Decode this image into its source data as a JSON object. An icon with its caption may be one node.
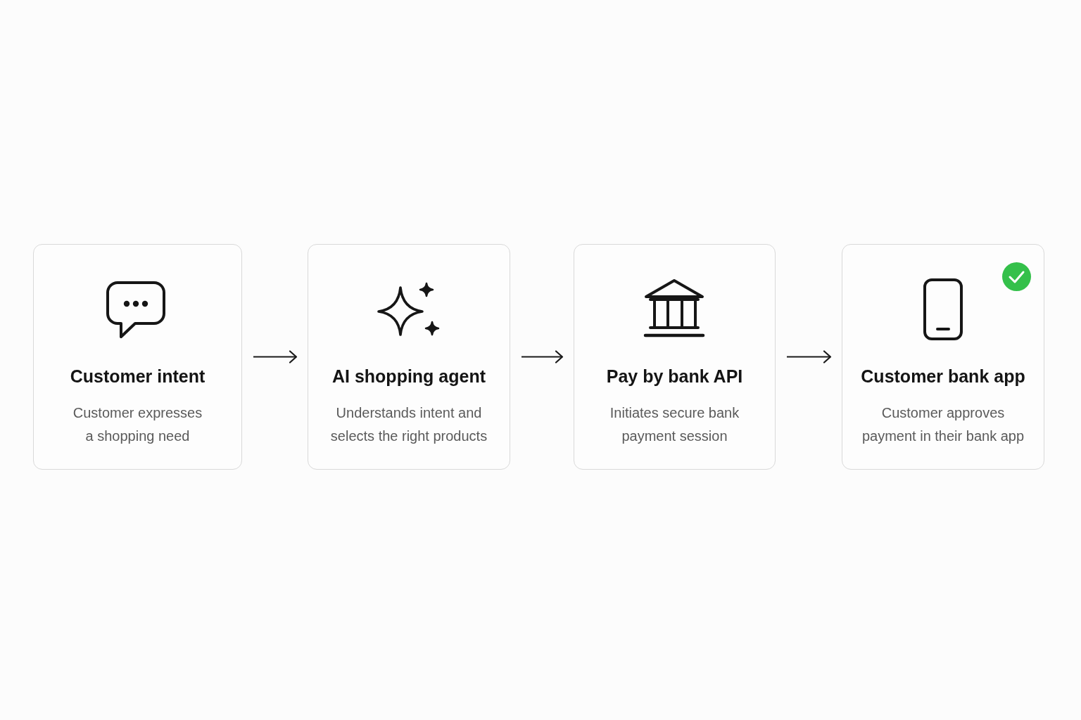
{
  "diagram": {
    "nodes": [
      {
        "text": [
          "Customer intent",
          "Customer expresses a shopping need"
        ]
      },
      {
        "text": [
          "AI shopping agent",
          "Understands intent and selects the right products"
        ]
      },
      {
        "text": [
          "Pay by bank API",
          "Initiates secure bank payment session"
        ]
      },
      {
        "text": [
          "Customer bank app",
          "Customer approves payment in their bank app"
        ]
      }
    ],
    "edges": [
      {
        "from": 0,
        "to": 1,
        "arrow": "to"
      },
      {
        "from": 1,
        "to": 2,
        "arrow": "to"
      },
      {
        "from": 2,
        "to": 3,
        "arrow": "to"
      }
    ]
  }
}
